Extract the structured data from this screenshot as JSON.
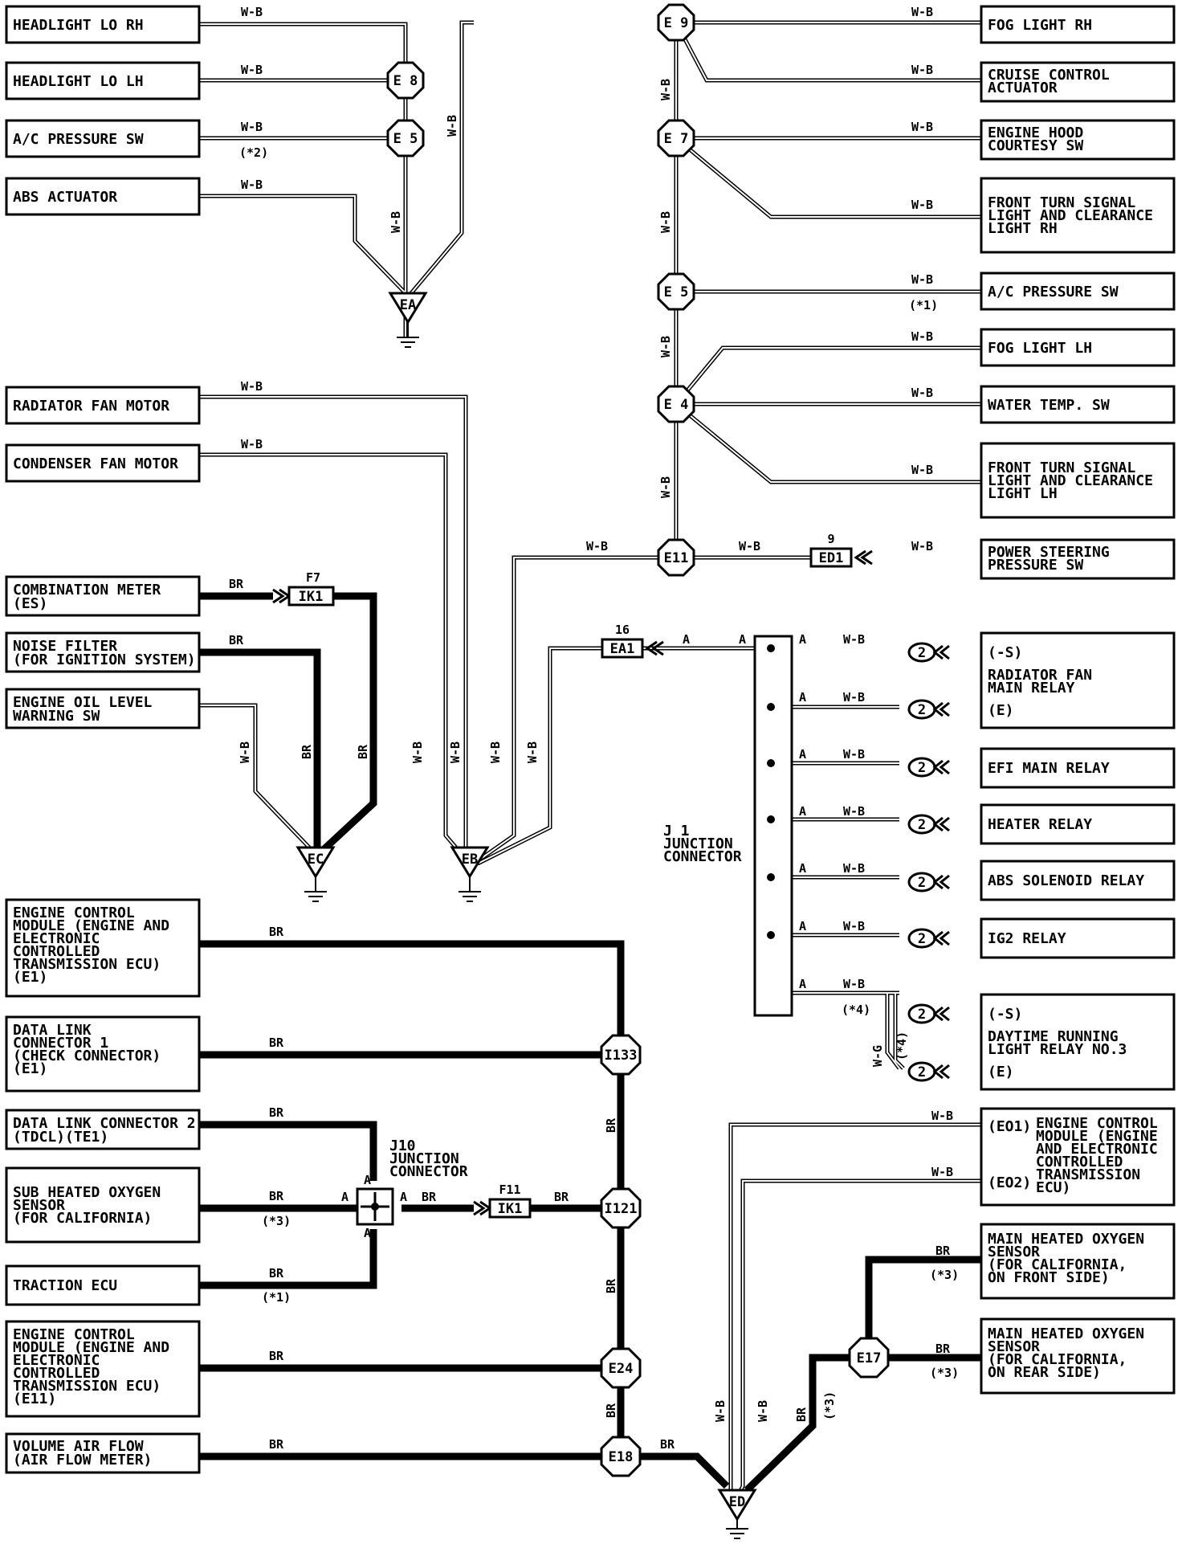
{
  "wire_colors": {
    "white_black": "W-B",
    "brown": "BR",
    "white_green": "W-G"
  },
  "notes": {
    "n1": "(*1)",
    "n2": "(*2)",
    "n3": "(*3)",
    "n4": "(*4)"
  },
  "pin_a": "A",
  "pin_2": "2",
  "left_components": {
    "headlight_lo_rh": "HEADLIGHT LO RH",
    "headlight_lo_lh": "HEADLIGHT LO LH",
    "ac_pressure_sw": "A/C PRESSURE SW",
    "abs_actuator": "ABS ACTUATOR",
    "radiator_fan_motor": "RADIATOR FAN MOTOR",
    "condenser_fan_motor": "CONDENSER FAN MOTOR",
    "combination_meter": [
      "COMBINATION METER",
      "(ES)"
    ],
    "noise_filter": [
      "NOISE FILTER",
      "(FOR IGNITION SYSTEM)"
    ],
    "engine_oil_level": [
      "ENGINE OIL LEVEL",
      "WARNING SW"
    ],
    "ecm_e1": [
      "ENGINE CONTROL",
      "MODULE (ENGINE AND",
      "ELECTRONIC",
      "CONTROLLED",
      "TRANSMISSION ECU)",
      "(E1)"
    ],
    "dlc1": [
      "DATA LINK",
      "CONNECTOR 1",
      "(CHECK CONNECTOR)",
      "(E1)"
    ],
    "dlc2": [
      "DATA LINK CONNECTOR 2",
      "(TDCL)(TE1)"
    ],
    "sub_ho2s": [
      "SUB HEATED OXYGEN",
      "SENSOR",
      "(FOR CALIFORNIA)"
    ],
    "traction_ecu": "TRACTION ECU",
    "ecm_e11": [
      "ENGINE CONTROL",
      "MODULE (ENGINE AND",
      "ELECTRONIC",
      "CONTROLLED",
      "TRANSMISSION ECU)",
      "(E11)"
    ],
    "vaf": [
      "VOLUME AIR FLOW",
      "(AIR FLOW METER)"
    ]
  },
  "right_components": {
    "fog_light_rh": "FOG LIGHT RH",
    "cruise_control": [
      "CRUISE CONTROL",
      "ACTUATOR"
    ],
    "engine_hood": [
      "ENGINE HOOD",
      "COURTESY SW"
    ],
    "front_turn_rh": [
      "FRONT TURN SIGNAL",
      "LIGHT AND CLEARANCE",
      "LIGHT RH"
    ],
    "ac_pressure_sw": "A/C PRESSURE SW",
    "fog_light_lh": "FOG LIGHT LH",
    "water_temp_sw": "WATER TEMP. SW",
    "front_turn_lh": [
      "FRONT TURN SIGNAL",
      "LIGHT AND CLEARANCE",
      "LIGHT LH"
    ],
    "ps_pressure_sw": [
      "POWER STEERING",
      "PRESSURE SW"
    ],
    "radiator_fan_relay": [
      "(-S)",
      "RADIATOR FAN",
      "MAIN RELAY",
      "(E)"
    ],
    "efi_main_relay": "EFI MAIN RELAY",
    "heater_relay": "HEATER RELAY",
    "abs_solenoid_relay": "ABS SOLENOID RELAY",
    "ig2_relay": "IG2 RELAY",
    "drl_relay": [
      "(-S)",
      "DAYTIME RUNNING",
      "LIGHT RELAY NO.3",
      "(E)"
    ],
    "ecm_eo": [
      "ENGINE CONTROL",
      "MODULE (ENGINE",
      "AND ELECTRONIC",
      "CONTROLLED",
      "TRANSMISSION",
      "ECU)"
    ],
    "eo_pins": [
      "(EO1)",
      "(EO2)"
    ],
    "main_ho2s_front": [
      "MAIN HEATED OXYGEN",
      "SENSOR",
      "(FOR CALIFORNIA,",
      "ON FRONT SIDE)"
    ],
    "main_ho2s_rear": [
      "MAIN HEATED OXYGEN",
      "SENSOR",
      "(FOR CALIFORNIA,",
      "ON REAR SIDE)"
    ]
  },
  "splices": {
    "e9": "E 9",
    "e8": "E 8",
    "e5a": "E 5",
    "e7": "E 7",
    "e5b": "E 5",
    "e4": "E 4",
    "e11": "E11",
    "i133": "I133",
    "i121": "I121",
    "e24": "E24",
    "e18": "E18",
    "e17": "E17"
  },
  "grounds": {
    "ea": "EA",
    "ec": "EC",
    "eb": "EB",
    "ed": "ED"
  },
  "connectors": {
    "ik1_top": "IK1",
    "ik1_top_num": "F7",
    "ed1": "ED1",
    "ed1_num": "9",
    "ea1": "EA1",
    "ea1_num": "16",
    "ik1_bottom": "IK1",
    "ik1_bottom_num": "F11"
  },
  "j1": [
    "J 1",
    "JUNCTION",
    "CONNECTOR"
  ],
  "j10": [
    "J10",
    "JUNCTION",
    "CONNECTOR"
  ]
}
